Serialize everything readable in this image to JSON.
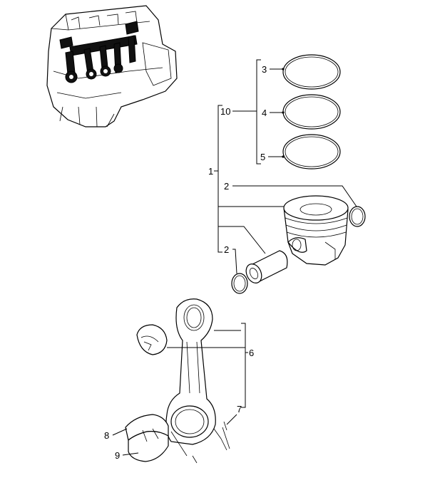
{
  "labels": {
    "c1": "1",
    "c2a": "2",
    "c2b": "2",
    "c3": "3",
    "c4": "4",
    "c5": "5",
    "c6": "6",
    "c7": "7",
    "c8": "8",
    "c9": "9",
    "c10": "10"
  },
  "icons": {
    "engine_overview": "engine-block-icon"
  }
}
